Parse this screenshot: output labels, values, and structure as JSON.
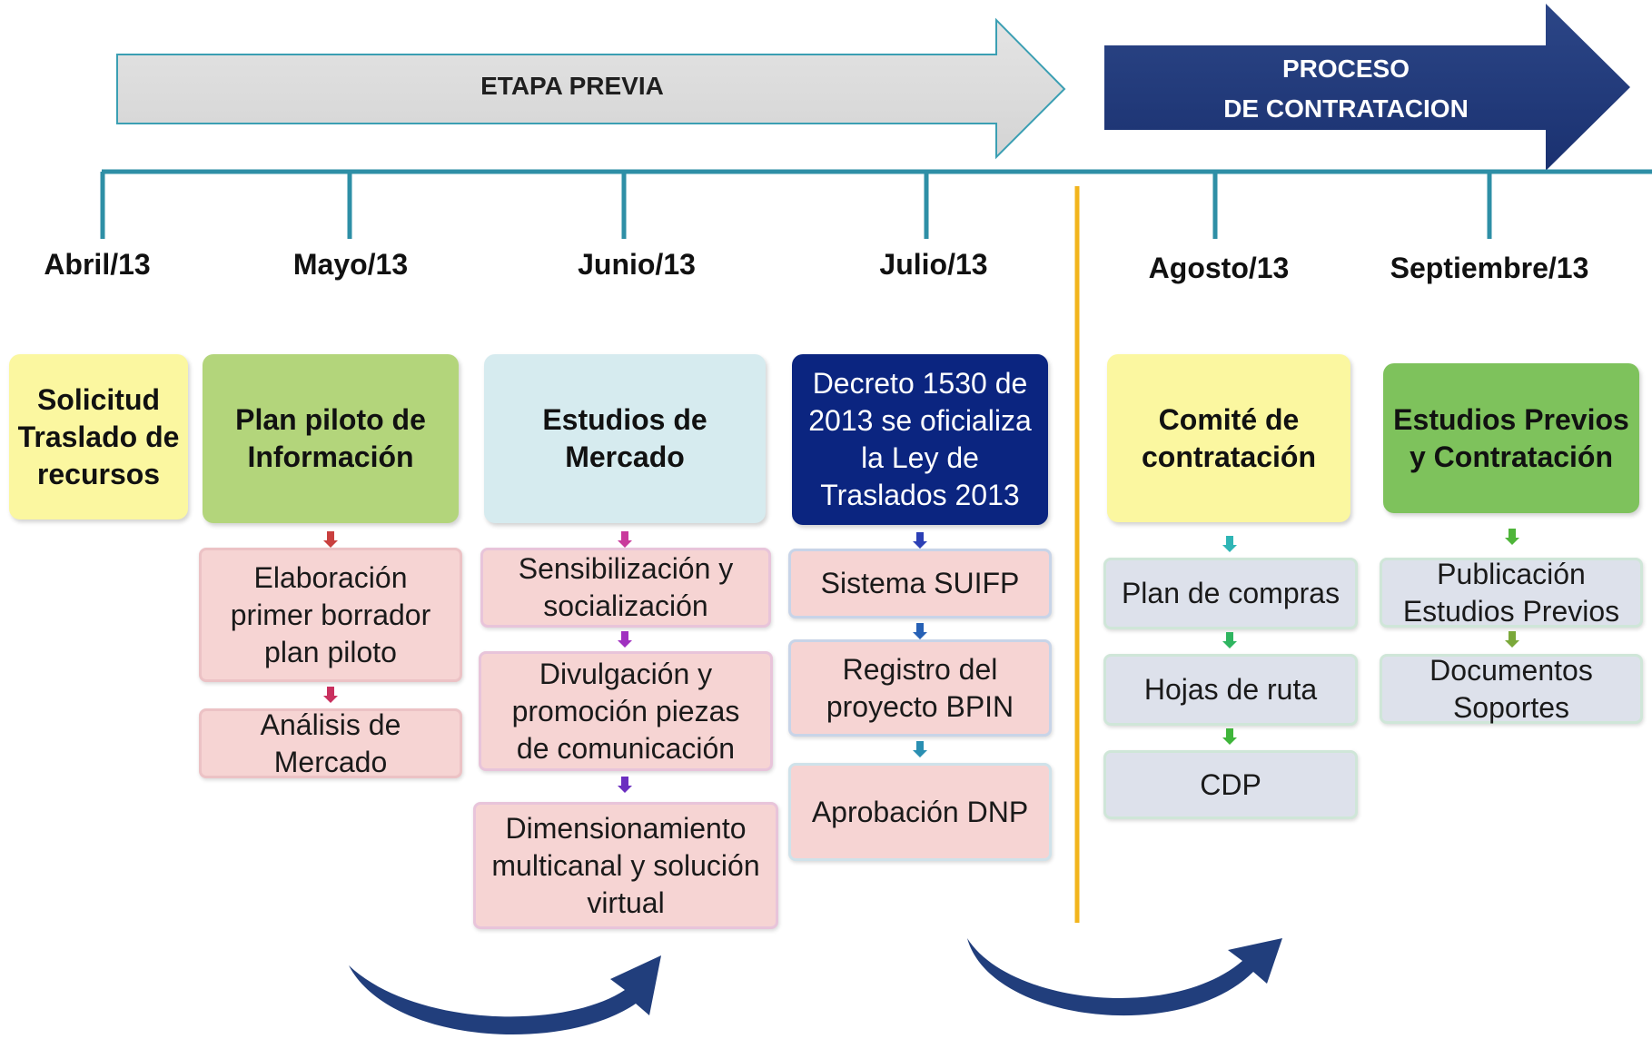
{
  "phases": {
    "previa": "ETAPA PREVIA",
    "contratacion_line1": "PROCESO",
    "contratacion_line2": "DE CONTRATACION"
  },
  "months": [
    "Abril/13",
    "Mayo/13",
    "Junio/13",
    "Julio/13",
    "Agosto/13",
    "Septiembre/13"
  ],
  "columns": [
    {
      "header": "Solicitud Traslado de recursos",
      "steps": []
    },
    {
      "header": "Plan piloto de Información",
      "steps": [
        "Elaboración primer borrador plan piloto",
        "Análisis de Mercado"
      ]
    },
    {
      "header": "Estudios de Mercado",
      "steps": [
        "Sensibilización y socialización",
        "Divulgación y promoción piezas de comunicación",
        "Dimensionamiento multicanal y solución virtual"
      ]
    },
    {
      "header": "Decreto 1530 de 2013 se oficializa la Ley de Traslados 2013",
      "steps": [
        "Sistema SUIFP",
        "Registro  del proyecto BPIN",
        "Aprobación DNP"
      ]
    },
    {
      "header": "Comité de contratación",
      "steps": [
        "Plan de compras",
        "Hojas de ruta",
        "CDP"
      ]
    },
    {
      "header": "Estudios Previos y Contratación",
      "steps": [
        "Publicación Estudios Previos",
        "Documentos Soportes"
      ]
    }
  ],
  "colors": {
    "timeline": "#2e8fa6",
    "previa_arrow": "#d9d9d9",
    "contratacion_arrow": "#1f3878",
    "divider": "#f2b41c",
    "curved_arrows": "#213e7c"
  }
}
